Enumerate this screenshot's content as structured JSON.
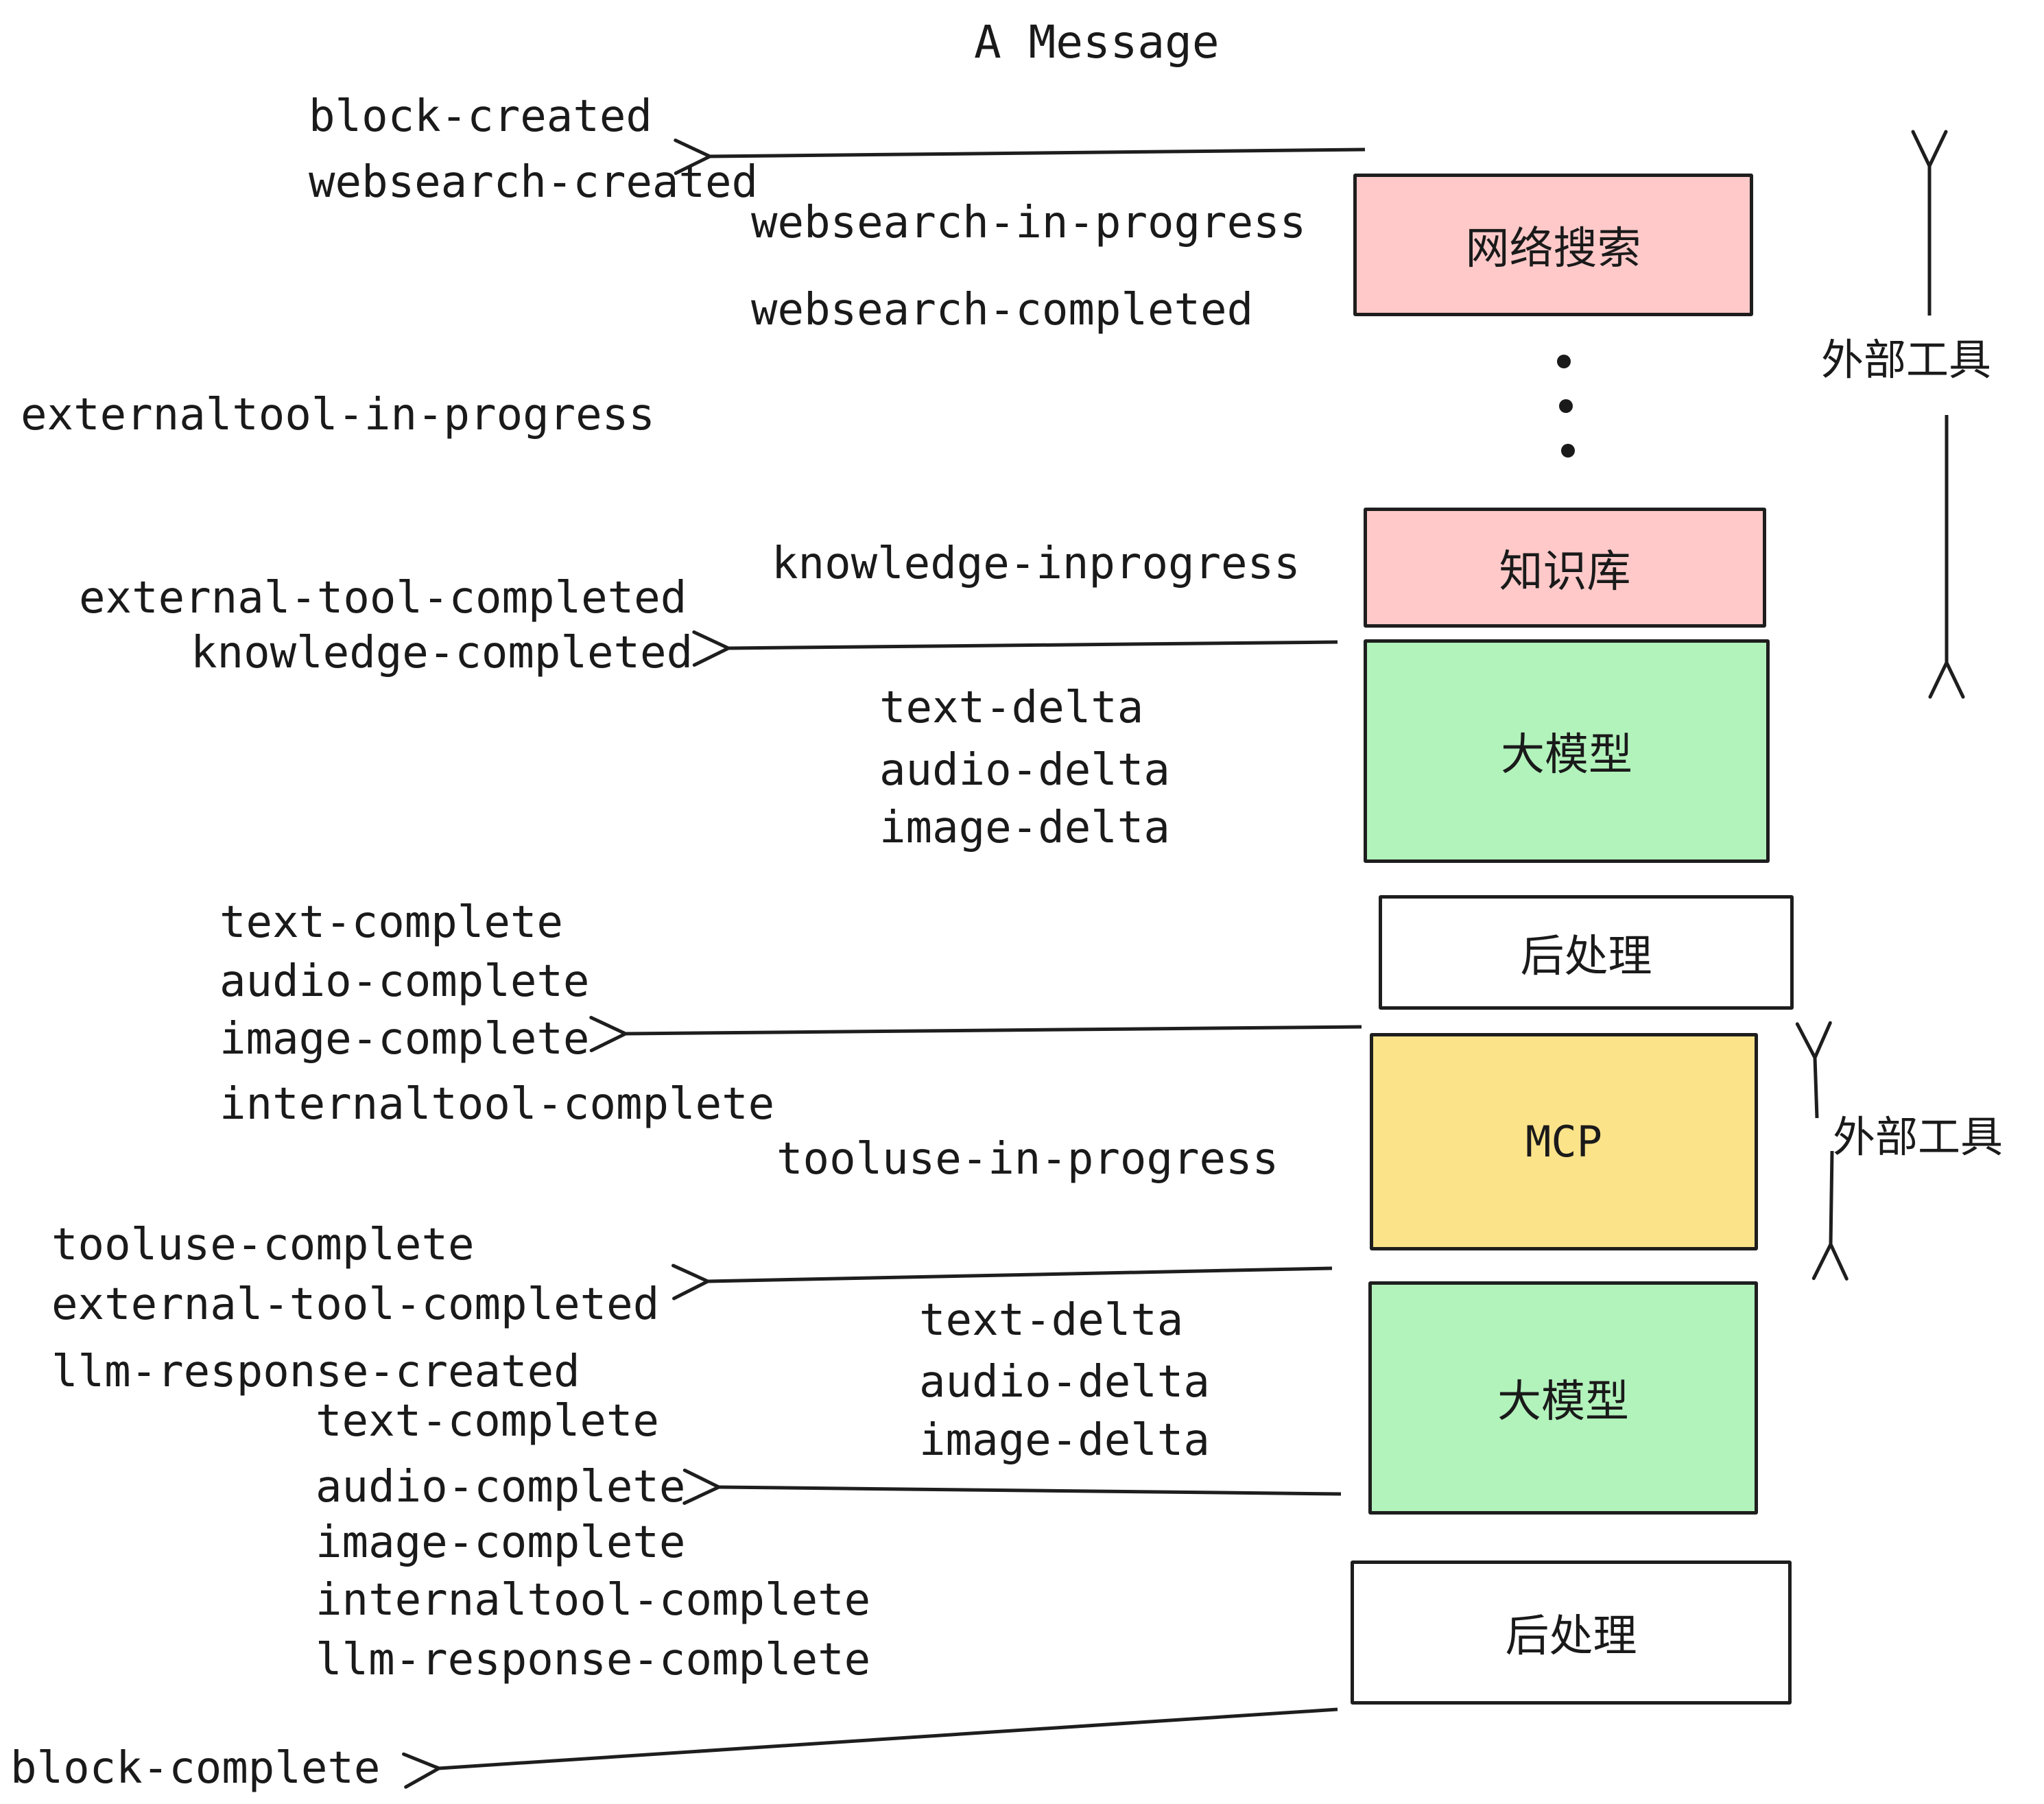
{
  "diagram": {
    "title": "A Message",
    "events": {
      "block_created": "block-created",
      "websearch_created": "websearch-created",
      "websearch_in_progress": "websearch-in-progress",
      "websearch_completed": "websearch-completed",
      "externaltool_in_progress": "externaltool-in-progress",
      "external_tool_completed": "external-tool-completed",
      "knowledge_inprogress": "knowledge-inprogress",
      "knowledge_completed": "knowledge-completed",
      "text_delta": "text-delta",
      "audio_delta": "audio-delta",
      "image_delta": "image-delta",
      "text_complete": "text-complete",
      "audio_complete": "audio-complete",
      "image_complete": "image-complete",
      "internaltool_complete": "internaltool-complete",
      "tooluse_in_progress": "tooluse-in-progress",
      "tooluse_complete": "tooluse-complete",
      "llm_response_created": "llm-response-created",
      "llm_response_complete": "llm-response-complete",
      "block_complete": "block-complete"
    },
    "nodes": {
      "websearch": "网络搜索",
      "knowledge": "知识库",
      "llm": "大模型",
      "post_processing": "后处理",
      "mcp": "MCP"
    },
    "side_labels": {
      "external_tools": "外部工具"
    },
    "colors": {
      "node_pink": "#ffc9c9",
      "node_green": "#b2f2bb",
      "node_yellow": "#fbe38a",
      "node_white": "#ffffff",
      "stroke": "#1e1e1e",
      "text": "#1a1a1a",
      "background": "#ffffff"
    }
  }
}
